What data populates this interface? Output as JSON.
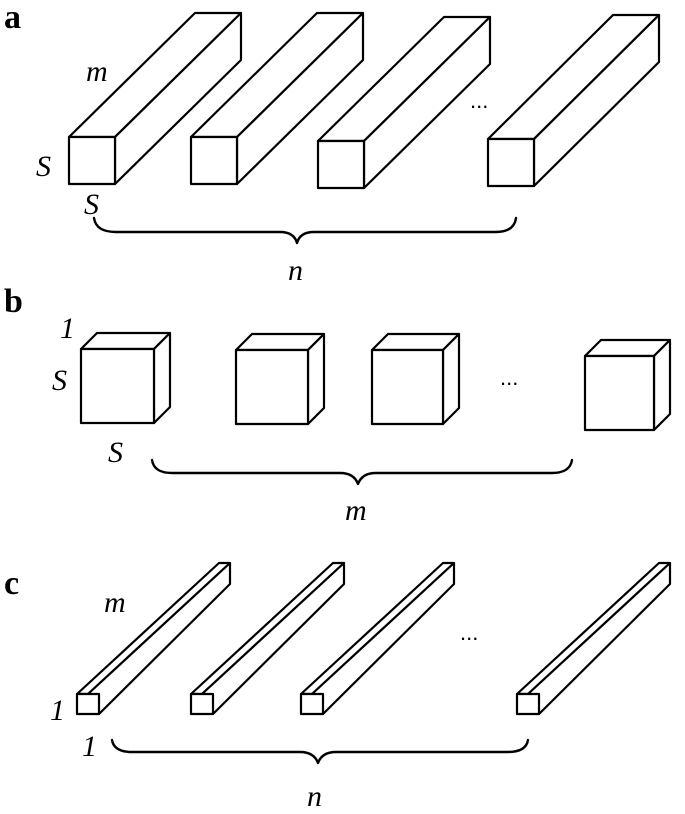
{
  "panels": {
    "a": {
      "letter": "a",
      "length_label": "m",
      "height_label": "S",
      "width_label": "S",
      "count_label": "n",
      "ellipsis": "..."
    },
    "b": {
      "letter": "b",
      "depth_label": "1",
      "height_label": "S",
      "width_label": "S",
      "count_label": "m",
      "ellipsis": "..."
    },
    "c": {
      "letter": "c",
      "length_label": "m",
      "height_label": "1",
      "width_label": "1",
      "count_label": "n",
      "ellipsis": "..."
    }
  }
}
